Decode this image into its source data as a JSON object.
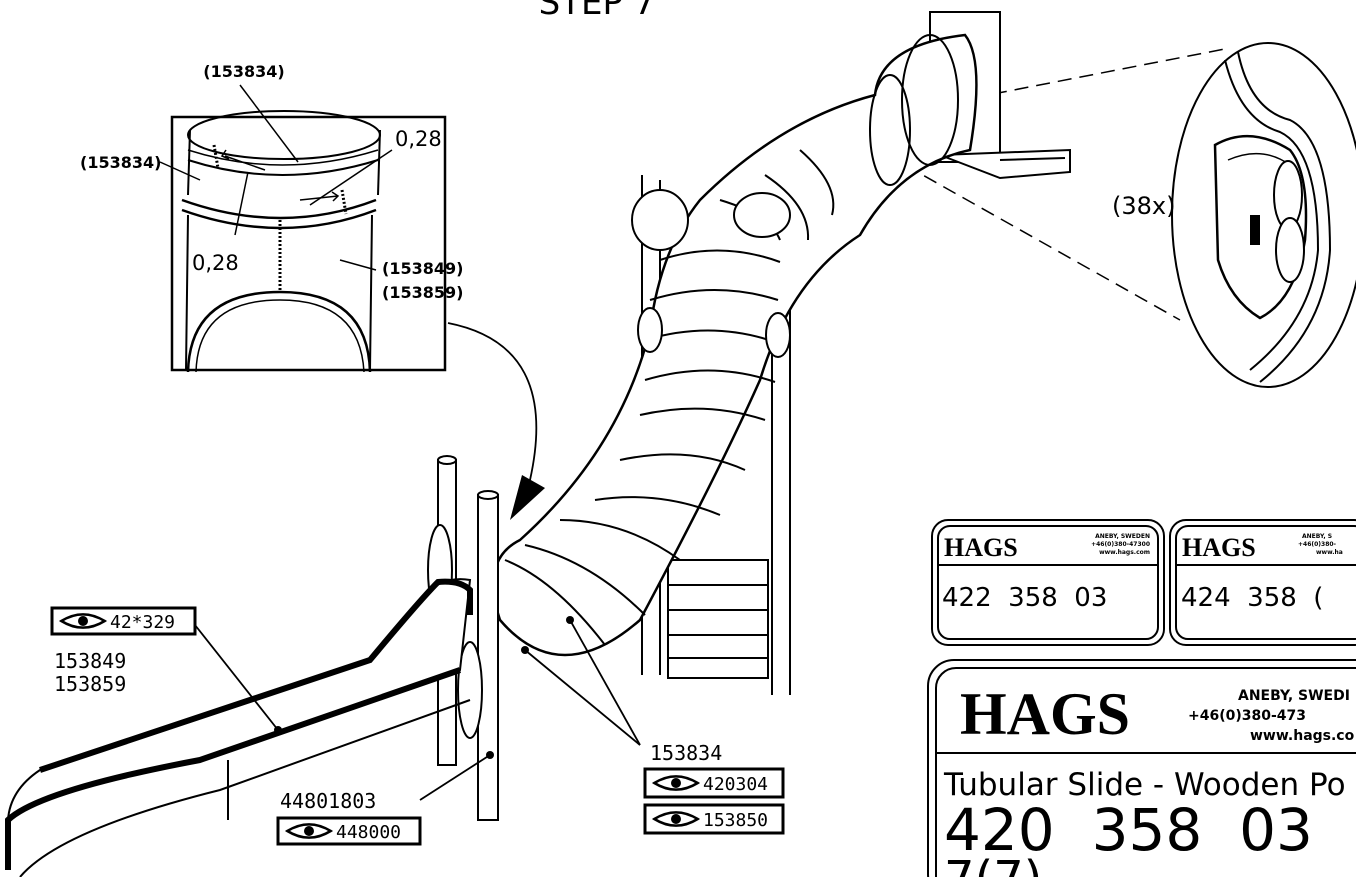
{
  "step_title": "STEP 7",
  "detail": {
    "top_part": "(153834)",
    "left_part": "(153834)",
    "gap_right": "0,28",
    "gap_left": "0,28",
    "lower_part_1": "(153849)",
    "lower_part_2": "(153859)"
  },
  "zoom": {
    "quantity": "(38x)"
  },
  "callouts": {
    "slide_ref": "42*329",
    "slide_part_1": "153849",
    "slide_part_2": "153859",
    "post_part": "44801803",
    "post_ref": "448000",
    "tube_part": "153834",
    "tube_ref_1": "420304",
    "tube_ref_2": "153850"
  },
  "labels": {
    "small_left": {
      "brand": "HAGS",
      "addr1": "ANEBY, SWEDEN",
      "addr2": "+46(0)380-47300",
      "addr3": "www.hags.com",
      "number": "422  358  03"
    },
    "small_right": {
      "brand": "HAGS",
      "addr1": "ANEBY, S",
      "addr2": "+46(0)380-",
      "addr3": "www.ha",
      "number": "424  358  ("
    },
    "large": {
      "brand": "HAGS",
      "addr1": "ANEBY, SWEDI",
      "addr2": "+46(0)380-473",
      "addr3": "www.hags.co",
      "product": "Tubular Slide - Wooden Po",
      "number": "420  358  03",
      "sub": "7(7)"
    }
  },
  "icons": {
    "view": "eye-icon",
    "arrow": "curved-arrow-icon"
  }
}
